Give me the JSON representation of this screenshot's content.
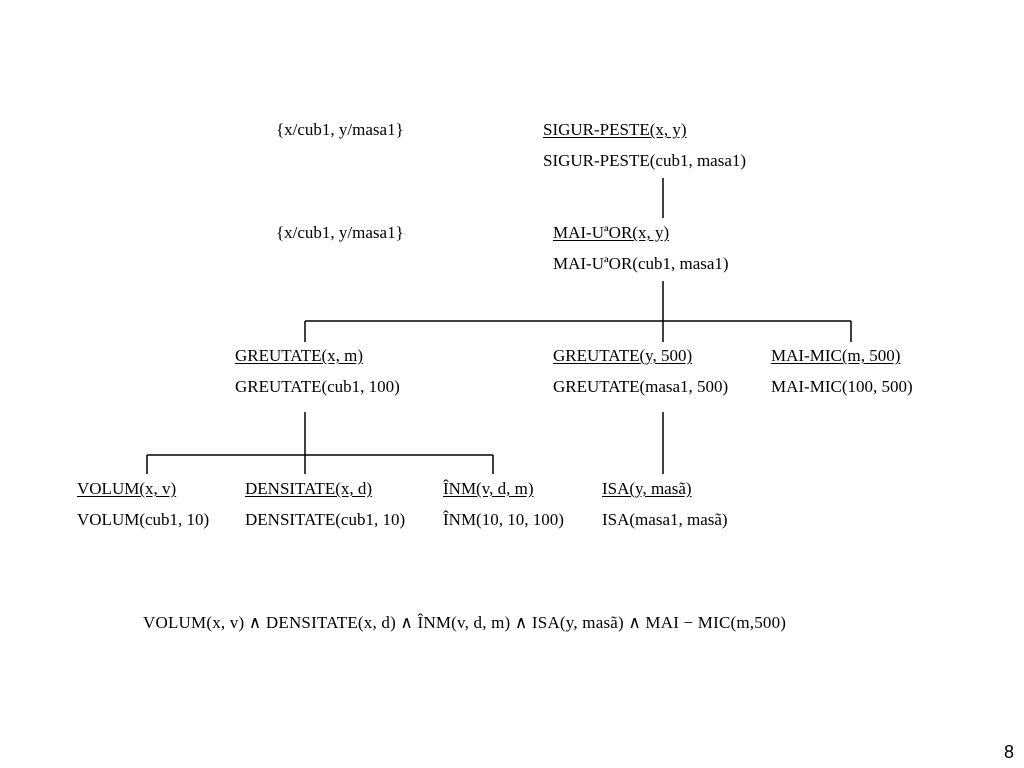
{
  "level1": {
    "subst": "{x/cub1, y/masa1}",
    "goal": "SIGUR-PESTE(x, y)",
    "instance": "SIGUR-PESTE(cub1, masa1)"
  },
  "level2": {
    "subst": "{x/cub1, y/masa1}",
    "goal": "MAI-UªOR(x, y)",
    "instance": "MAI-UªOR(cub1, masa1)"
  },
  "level3": [
    {
      "goal": "GREUTATE(x, m)",
      "instance": "GREUTATE(cub1, 100)"
    },
    {
      "goal": "GREUTATE(y, 500)",
      "instance": "GREUTATE(masa1, 500)"
    },
    {
      "goal": "MAI-MIC(m, 500)",
      "instance": "MAI-MIC(100, 500)"
    }
  ],
  "level4": [
    {
      "goal": "VOLUM(x, v)",
      "instance": "VOLUM(cub1, 10)"
    },
    {
      "goal": "DENSITATE(x, d)",
      "instance": "DENSITATE(cub1, 10)"
    },
    {
      "goal": "ÎNM(v, d, m)",
      "instance": "ÎNM(10, 10, 100)"
    },
    {
      "goal": "ISA(y, masã)",
      "instance": "ISA(masa1, masã)"
    }
  ],
  "formula": "VOLUM(x, v) ∧ DENSITATE(x, d) ∧ ÎNM(v, d, m) ∧ ISA(y, masã) ∧ MAI − MIC(m,500)",
  "page_number": "8"
}
